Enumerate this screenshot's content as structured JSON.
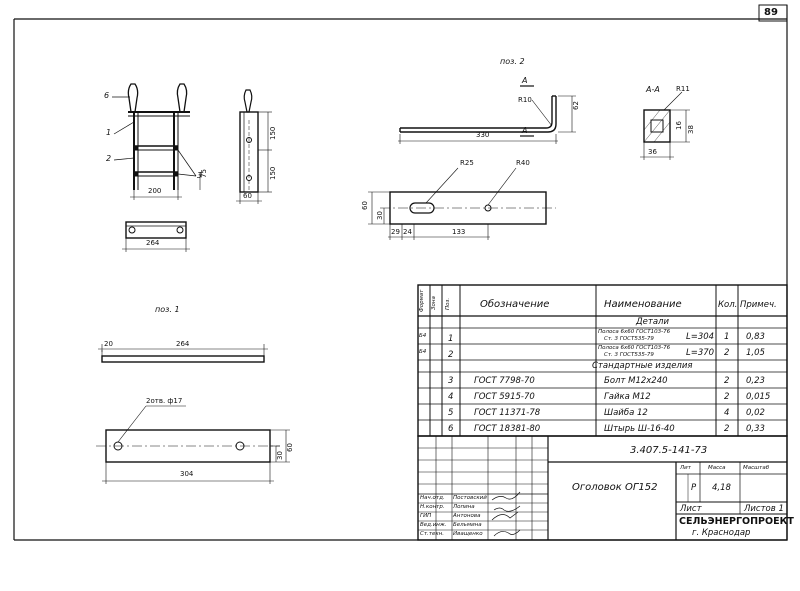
{
  "sheet_number": "89",
  "views": {
    "assembly": {
      "callouts": [
        "6",
        "1",
        "2",
        "3"
      ],
      "dims": [
        "200",
        "264",
        "75",
        "150",
        "150",
        "60"
      ]
    },
    "pos2": {
      "title": "поз. 2",
      "section_mark": "А",
      "dims": [
        "R10",
        "62",
        "330",
        "R25",
        "R40",
        "60",
        "30",
        "29",
        "24",
        "133"
      ]
    },
    "section": {
      "title": "А-А",
      "dims": [
        "R11",
        "16",
        "36",
        "38"
      ]
    },
    "pos1": {
      "title": "поз. 1",
      "dims": [
        "264",
        "20",
        "2отв. ф17",
        "30",
        "60",
        "304"
      ]
    }
  },
  "spec_table": {
    "col_headers": {
      "format": "Формат",
      "zone": "Зона",
      "pos": "Поз.",
      "designation": "Обозначение",
      "name": "Наименование",
      "qty": "Кол.",
      "note": "Примеч."
    },
    "section_parts": "Детали",
    "section_standard": "Стандартные изделия",
    "rows": [
      {
        "format": "Б4",
        "pos": "1",
        "designation": "",
        "name_line1": "Полоса 6х60 ГОСТ103-76",
        "name_line2": "Ст. 3 ГОСТ535-79",
        "name_suffix": "L=304",
        "qty": "1",
        "note": "0,83"
      },
      {
        "format": "Б4",
        "pos": "2",
        "designation": "",
        "name_line1": "Полоса 6х60 ГОСТ103-76",
        "name_line2": "Ст. 3 ГОСТ535-79",
        "name_suffix": "L=370",
        "qty": "2",
        "note": "1,05"
      },
      {
        "format": "",
        "pos": "3",
        "designation": "ГОСТ 7798-70",
        "name": "Болт М12х240",
        "qty": "2",
        "note": "0,23"
      },
      {
        "format": "",
        "pos": "4",
        "designation": "ГОСТ 5915-70",
        "name": "Гайка М12",
        "qty": "2",
        "note": "0,015"
      },
      {
        "format": "",
        "pos": "5",
        "designation": "ГОСТ 11371-78",
        "name": "Шайба 12",
        "qty": "4",
        "note": "0,02"
      },
      {
        "format": "",
        "pos": "6",
        "designation": "ГОСТ 18381-80",
        "name": "Штырь Ш-16-40",
        "qty": "2",
        "note": "0,33"
      }
    ]
  },
  "title_block": {
    "doc_code": "3.407.5-141-73",
    "product_name": "Оголовок ОГ152",
    "lit_label": "Лит",
    "mass_label": "Масса",
    "scale_label": "Масштаб",
    "lit_value": "Р",
    "mass_value": "4,18",
    "sheet_label": "Лист",
    "sheets_label": "Листов 1",
    "org": "СЕЛЬЭНЕРГОПРОЕКТ",
    "city": "г. Краснодар",
    "people": [
      {
        "role": "Нач.отд.",
        "name": "Постовский"
      },
      {
        "role": "Н.контр.",
        "name": "Лопина"
      },
      {
        "role": "ГИП",
        "name": "Антонова"
      },
      {
        "role": "Вед.инж.",
        "name": "Бельмина"
      },
      {
        "role": "Ст.техн.",
        "name": "Иващенко"
      }
    ]
  }
}
